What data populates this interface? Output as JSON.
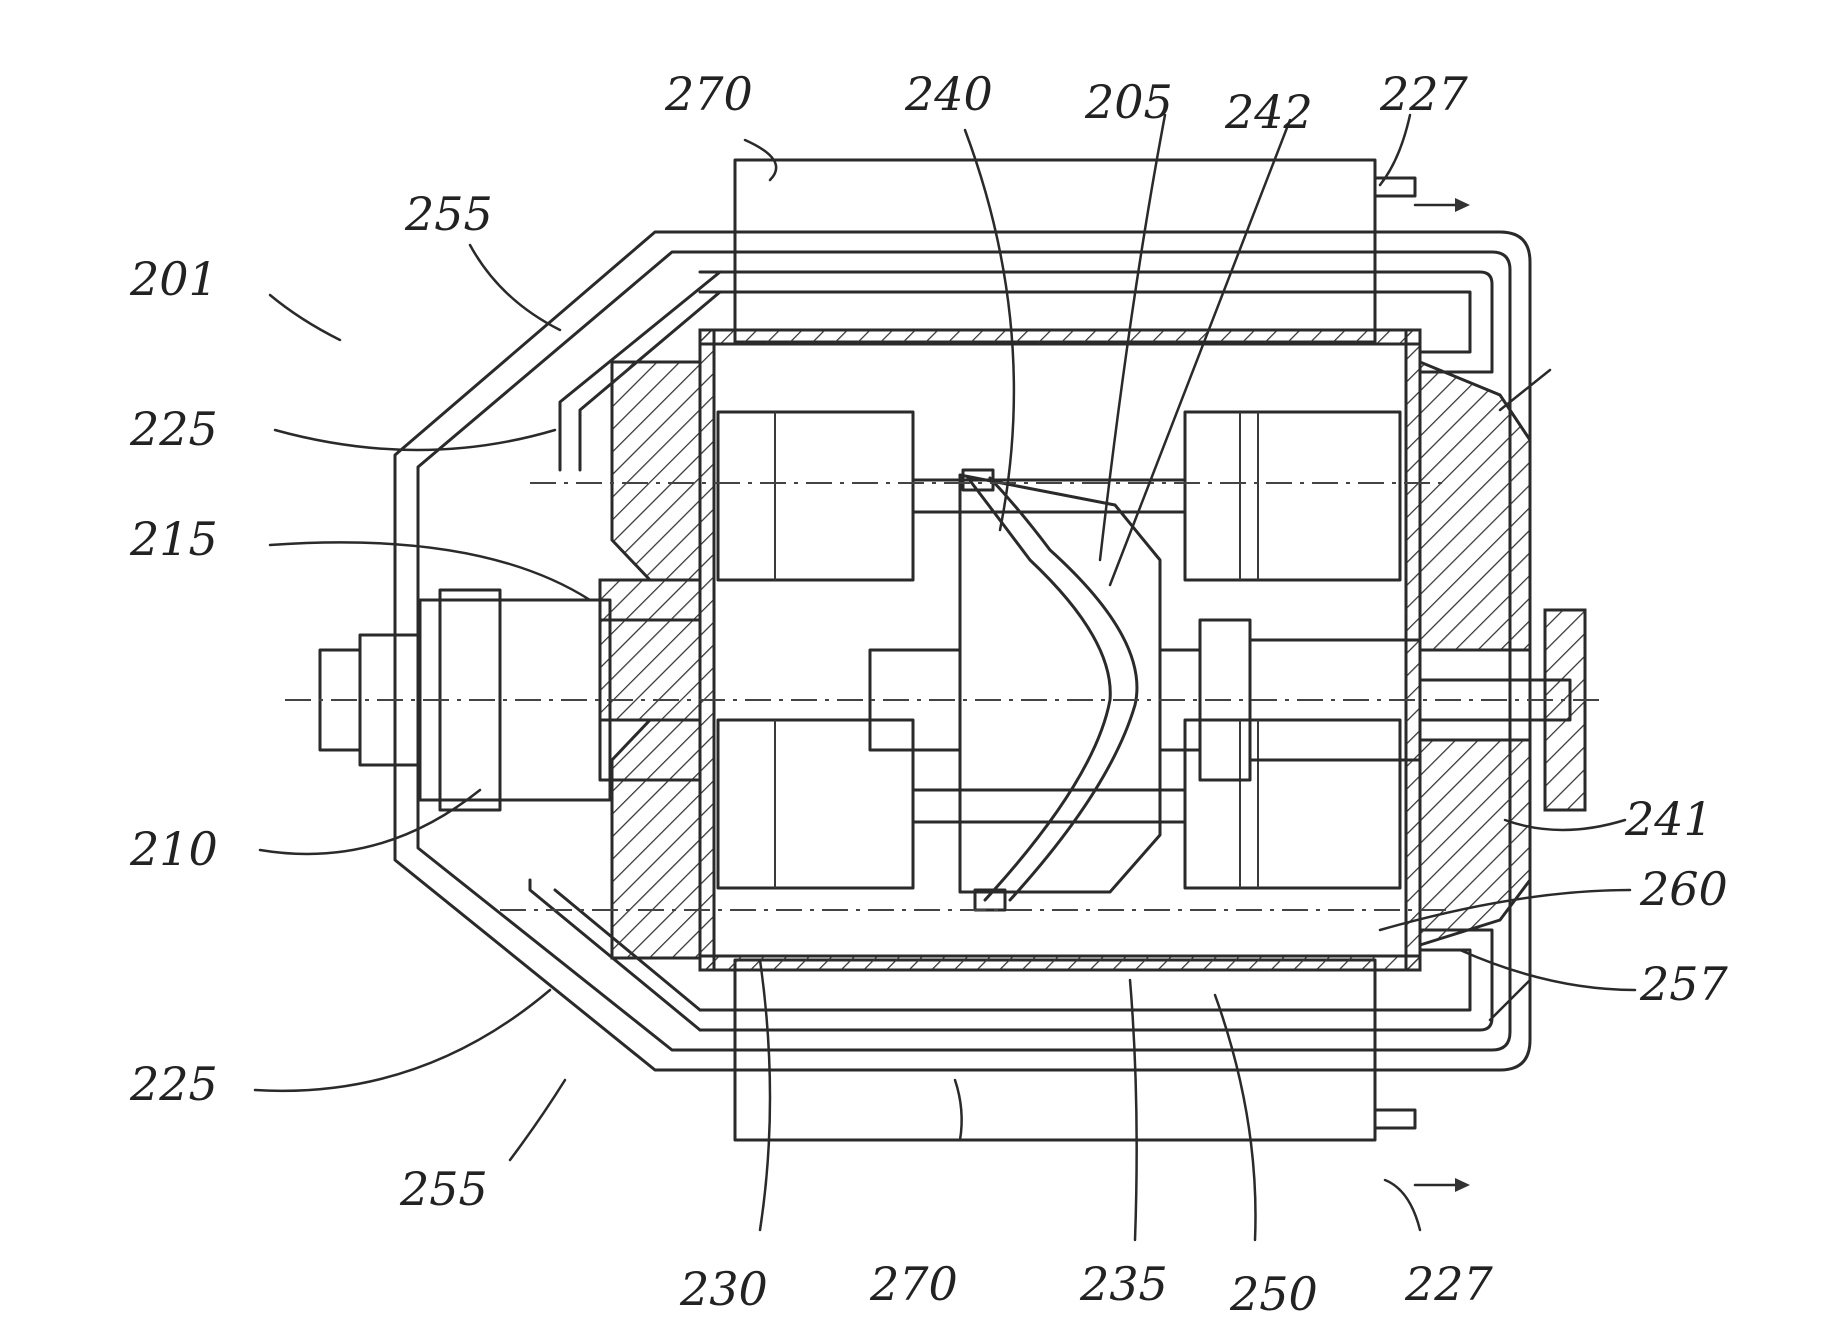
{
  "figure": {
    "labels": {
      "l201": "201",
      "l255_top": "255",
      "l225_top": "225",
      "l215": "215",
      "l210": "210",
      "l225_bottom": "225",
      "l255_bottom": "255",
      "l270_top": "270",
      "l240": "240",
      "l205": "205",
      "l242": "242",
      "l227_top": "227",
      "l241": "241",
      "l260": "260",
      "l257": "257",
      "l230": "230",
      "l270_bottom": "270",
      "l235": "235",
      "l250": "250",
      "l227_bottom": "227"
    }
  }
}
